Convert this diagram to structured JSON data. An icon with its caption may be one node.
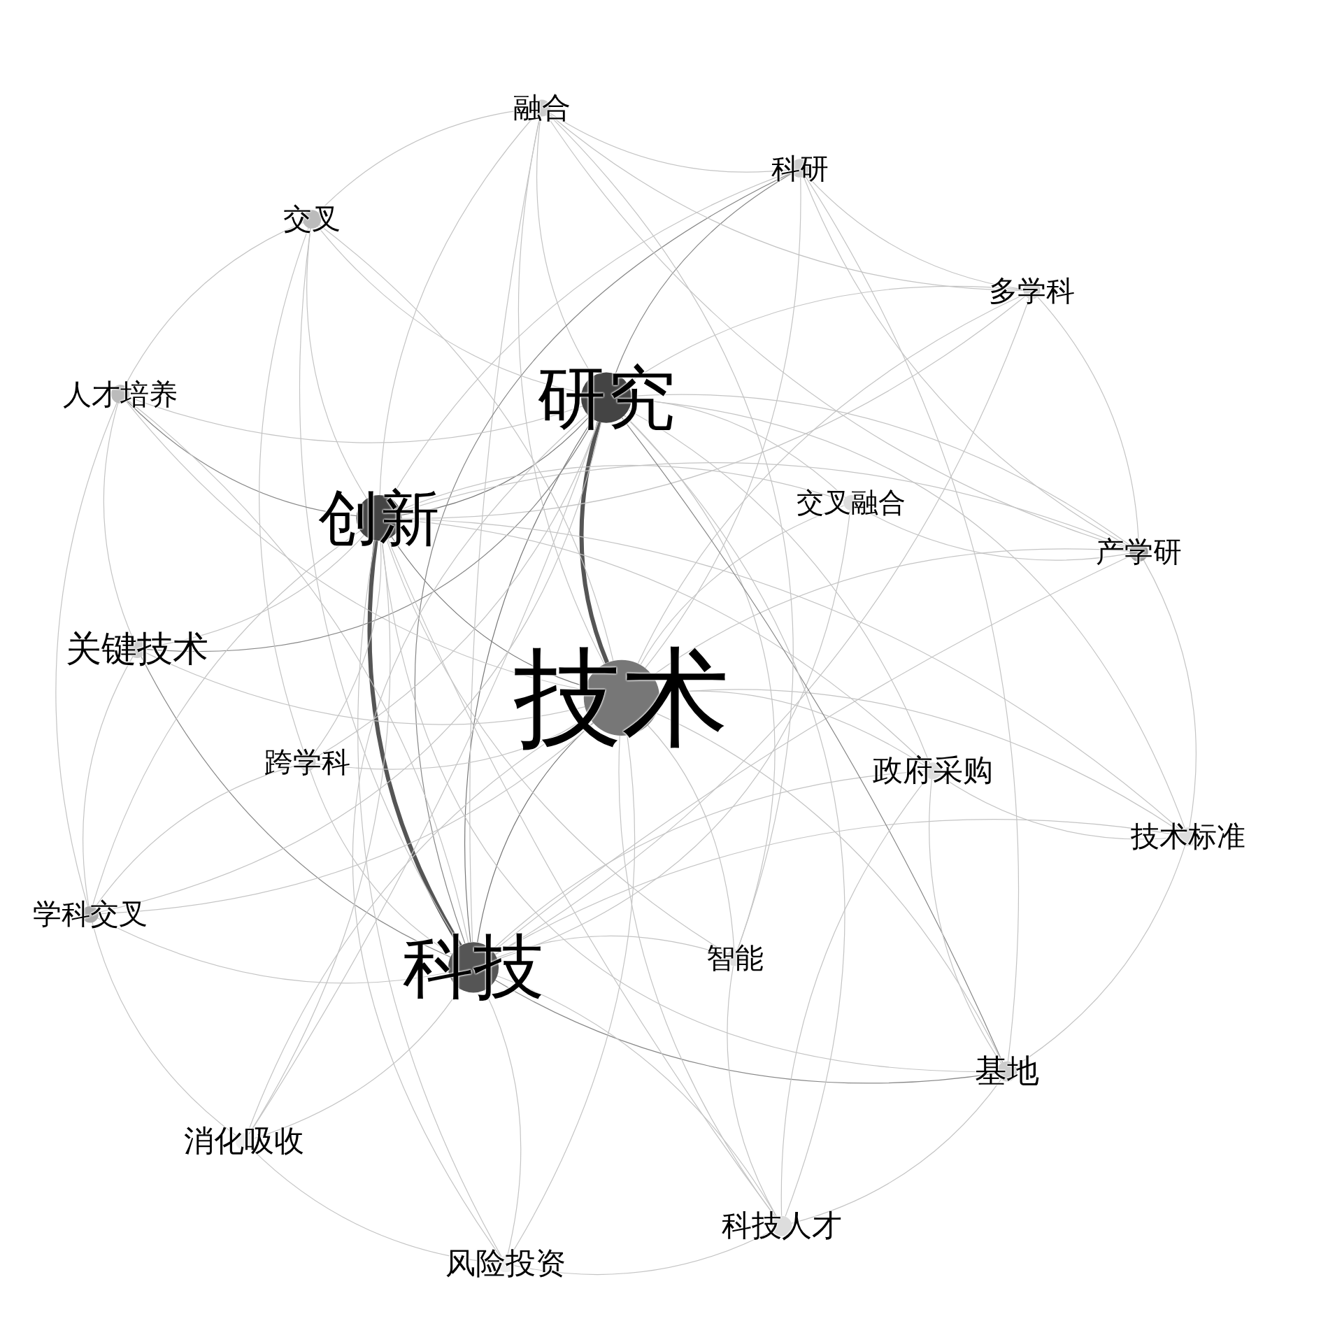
{
  "diagram": {
    "nodes": [
      {
        "text": [
          "融合"
        ]
      },
      {
        "text": [
          "科研"
        ]
      },
      {
        "text": [
          "交叉"
        ]
      },
      {
        "text": [
          "多学科"
        ]
      },
      {
        "text": [
          "人才培养"
        ]
      },
      {
        "text": [
          "研究"
        ]
      },
      {
        "text": [
          "创新"
        ]
      },
      {
        "text": [
          "交叉融合"
        ]
      },
      {
        "text": [
          "产学研"
        ]
      },
      {
        "text": [
          "关键技术"
        ]
      },
      {
        "text": [
          "技术"
        ]
      },
      {
        "text": [
          "跨学科"
        ]
      },
      {
        "text": [
          "政府采购"
        ]
      },
      {
        "text": [
          "技术标准"
        ]
      },
      {
        "text": [
          "学科交叉"
        ]
      },
      {
        "text": [
          "科技"
        ]
      },
      {
        "text": [
          "智能"
        ]
      },
      {
        "text": [
          "基地"
        ]
      },
      {
        "text": [
          "消化吸收"
        ]
      },
      {
        "text": [
          "科技人才"
        ]
      },
      {
        "text": [
          "风险投资"
        ]
      }
    ],
    "edges": [
      {
        "from": 5,
        "to": 10,
        "arrow": "none",
        "style": "thick",
        "color": "#555555"
      },
      {
        "from": 6,
        "to": 15,
        "arrow": "none",
        "style": "thick",
        "color": "#555555"
      },
      {
        "from": 5,
        "to": 15,
        "arrow": "none",
        "color": "#777777"
      },
      {
        "from": 6,
        "to": 10,
        "arrow": "none",
        "color": "#777777"
      },
      {
        "from": 6,
        "to": 5,
        "arrow": "none",
        "color": "#777777"
      },
      {
        "from": 10,
        "to": 15,
        "arrow": "none",
        "color": "#777777"
      },
      {
        "from": 0,
        "to": 5,
        "arrow": "none"
      },
      {
        "from": 0,
        "to": 6,
        "arrow": "none"
      },
      {
        "from": 0,
        "to": 10,
        "arrow": "none"
      },
      {
        "from": 0,
        "to": 15,
        "arrow": "none"
      },
      {
        "from": 1,
        "to": 5,
        "arrow": "none",
        "color": "#888888"
      },
      {
        "from": 1,
        "to": 6,
        "arrow": "none"
      },
      {
        "from": 1,
        "to": 10,
        "arrow": "none"
      },
      {
        "from": 1,
        "to": 15,
        "arrow": "none",
        "color": "#888888"
      },
      {
        "from": 2,
        "to": 5,
        "arrow": "none"
      },
      {
        "from": 2,
        "to": 6,
        "arrow": "none"
      },
      {
        "from": 2,
        "to": 10,
        "arrow": "none"
      },
      {
        "from": 2,
        "to": 15,
        "arrow": "none"
      },
      {
        "from": 3,
        "to": 5,
        "arrow": "none"
      },
      {
        "from": 3,
        "to": 6,
        "arrow": "none"
      },
      {
        "from": 3,
        "to": 10,
        "arrow": "none"
      },
      {
        "from": 3,
        "to": 15,
        "arrow": "none"
      },
      {
        "from": 4,
        "to": 5,
        "arrow": "none"
      },
      {
        "from": 4,
        "to": 6,
        "arrow": "none",
        "color": "#888888"
      },
      {
        "from": 4,
        "to": 10,
        "arrow": "none"
      },
      {
        "from": 4,
        "to": 15,
        "arrow": "none"
      },
      {
        "from": 7,
        "to": 5,
        "arrow": "none"
      },
      {
        "from": 7,
        "to": 6,
        "arrow": "none"
      },
      {
        "from": 7,
        "to": 10,
        "arrow": "none"
      },
      {
        "from": 7,
        "to": 15,
        "arrow": "none"
      },
      {
        "from": 8,
        "to": 5,
        "arrow": "none"
      },
      {
        "from": 8,
        "to": 6,
        "arrow": "none"
      },
      {
        "from": 8,
        "to": 10,
        "arrow": "none"
      },
      {
        "from": 8,
        "to": 15,
        "arrow": "none"
      },
      {
        "from": 9,
        "to": 5,
        "arrow": "none",
        "color": "#888888"
      },
      {
        "from": 9,
        "to": 6,
        "arrow": "none"
      },
      {
        "from": 9,
        "to": 10,
        "arrow": "none"
      },
      {
        "from": 9,
        "to": 15,
        "arrow": "none",
        "color": "#888888"
      },
      {
        "from": 11,
        "to": 5,
        "arrow": "none"
      },
      {
        "from": 11,
        "to": 6,
        "arrow": "none"
      },
      {
        "from": 11,
        "to": 10,
        "arrow": "none"
      },
      {
        "from": 11,
        "to": 15,
        "arrow": "none"
      },
      {
        "from": 12,
        "to": 5,
        "arrow": "none"
      },
      {
        "from": 12,
        "to": 6,
        "arrow": "none"
      },
      {
        "from": 12,
        "to": 10,
        "arrow": "none"
      },
      {
        "from": 12,
        "to": 15,
        "arrow": "none"
      },
      {
        "from": 13,
        "to": 5,
        "arrow": "none"
      },
      {
        "from": 13,
        "to": 6,
        "arrow": "none"
      },
      {
        "from": 13,
        "to": 10,
        "arrow": "none"
      },
      {
        "from": 13,
        "to": 15,
        "arrow": "none"
      },
      {
        "from": 14,
        "to": 5,
        "arrow": "none"
      },
      {
        "from": 14,
        "to": 6,
        "arrow": "none"
      },
      {
        "from": 14,
        "to": 10,
        "arrow": "none"
      },
      {
        "from": 14,
        "to": 15,
        "arrow": "none"
      },
      {
        "from": 16,
        "to": 5,
        "arrow": "none"
      },
      {
        "from": 16,
        "to": 6,
        "arrow": "none"
      },
      {
        "from": 16,
        "to": 10,
        "arrow": "none"
      },
      {
        "from": 16,
        "to": 15,
        "arrow": "none"
      },
      {
        "from": 17,
        "to": 5,
        "arrow": "none",
        "color": "#888888"
      },
      {
        "from": 17,
        "to": 6,
        "arrow": "none"
      },
      {
        "from": 17,
        "to": 10,
        "arrow": "none"
      },
      {
        "from": 17,
        "to": 15,
        "arrow": "none",
        "color": "#888888"
      },
      {
        "from": 18,
        "to": 5,
        "arrow": "none"
      },
      {
        "from": 18,
        "to": 6,
        "arrow": "none"
      },
      {
        "from": 18,
        "to": 10,
        "arrow": "none"
      },
      {
        "from": 18,
        "to": 15,
        "arrow": "none"
      },
      {
        "from": 19,
        "to": 5,
        "arrow": "none"
      },
      {
        "from": 19,
        "to": 6,
        "arrow": "none"
      },
      {
        "from": 19,
        "to": 10,
        "arrow": "none"
      },
      {
        "from": 19,
        "to": 15,
        "arrow": "none"
      },
      {
        "from": 20,
        "to": 5,
        "arrow": "none"
      },
      {
        "from": 20,
        "to": 6,
        "arrow": "none"
      },
      {
        "from": 20,
        "to": 10,
        "arrow": "none"
      },
      {
        "from": 20,
        "to": 15,
        "arrow": "none"
      },
      {
        "from": 0,
        "to": 1,
        "arrow": "none"
      },
      {
        "from": 0,
        "to": 2,
        "arrow": "none"
      },
      {
        "from": 0,
        "to": 3,
        "arrow": "none"
      },
      {
        "from": 1,
        "to": 3,
        "arrow": "none"
      },
      {
        "from": 2,
        "to": 4,
        "arrow": "none"
      },
      {
        "from": 4,
        "to": 9,
        "arrow": "none"
      },
      {
        "from": 9,
        "to": 14,
        "arrow": "none"
      },
      {
        "from": 14,
        "to": 18,
        "arrow": "none"
      },
      {
        "from": 18,
        "to": 20,
        "arrow": "none"
      },
      {
        "from": 20,
        "to": 19,
        "arrow": "none"
      },
      {
        "from": 19,
        "to": 17,
        "arrow": "none"
      },
      {
        "from": 17,
        "to": 13,
        "arrow": "none"
      },
      {
        "from": 13,
        "to": 8,
        "arrow": "none"
      },
      {
        "from": 8,
        "to": 3,
        "arrow": "none"
      },
      {
        "from": 12,
        "to": 17,
        "arrow": "none"
      },
      {
        "from": 12,
        "to": 19,
        "arrow": "none"
      },
      {
        "from": 16,
        "to": 19,
        "arrow": "none"
      },
      {
        "from": 0,
        "to": 8,
        "arrow": "none"
      },
      {
        "from": 1,
        "to": 8,
        "arrow": "none"
      },
      {
        "from": 2,
        "to": 11,
        "arrow": "none"
      },
      {
        "from": 11,
        "to": 14,
        "arrow": "none"
      },
      {
        "from": 4,
        "to": 14,
        "arrow": "none"
      },
      {
        "from": 12,
        "to": 13,
        "arrow": "none"
      },
      {
        "from": 7,
        "to": 8,
        "arrow": "none"
      },
      {
        "from": 1,
        "to": 17,
        "arrow": "none"
      },
      {
        "from": 0,
        "to": 16,
        "arrow": "none"
      }
    ]
  }
}
